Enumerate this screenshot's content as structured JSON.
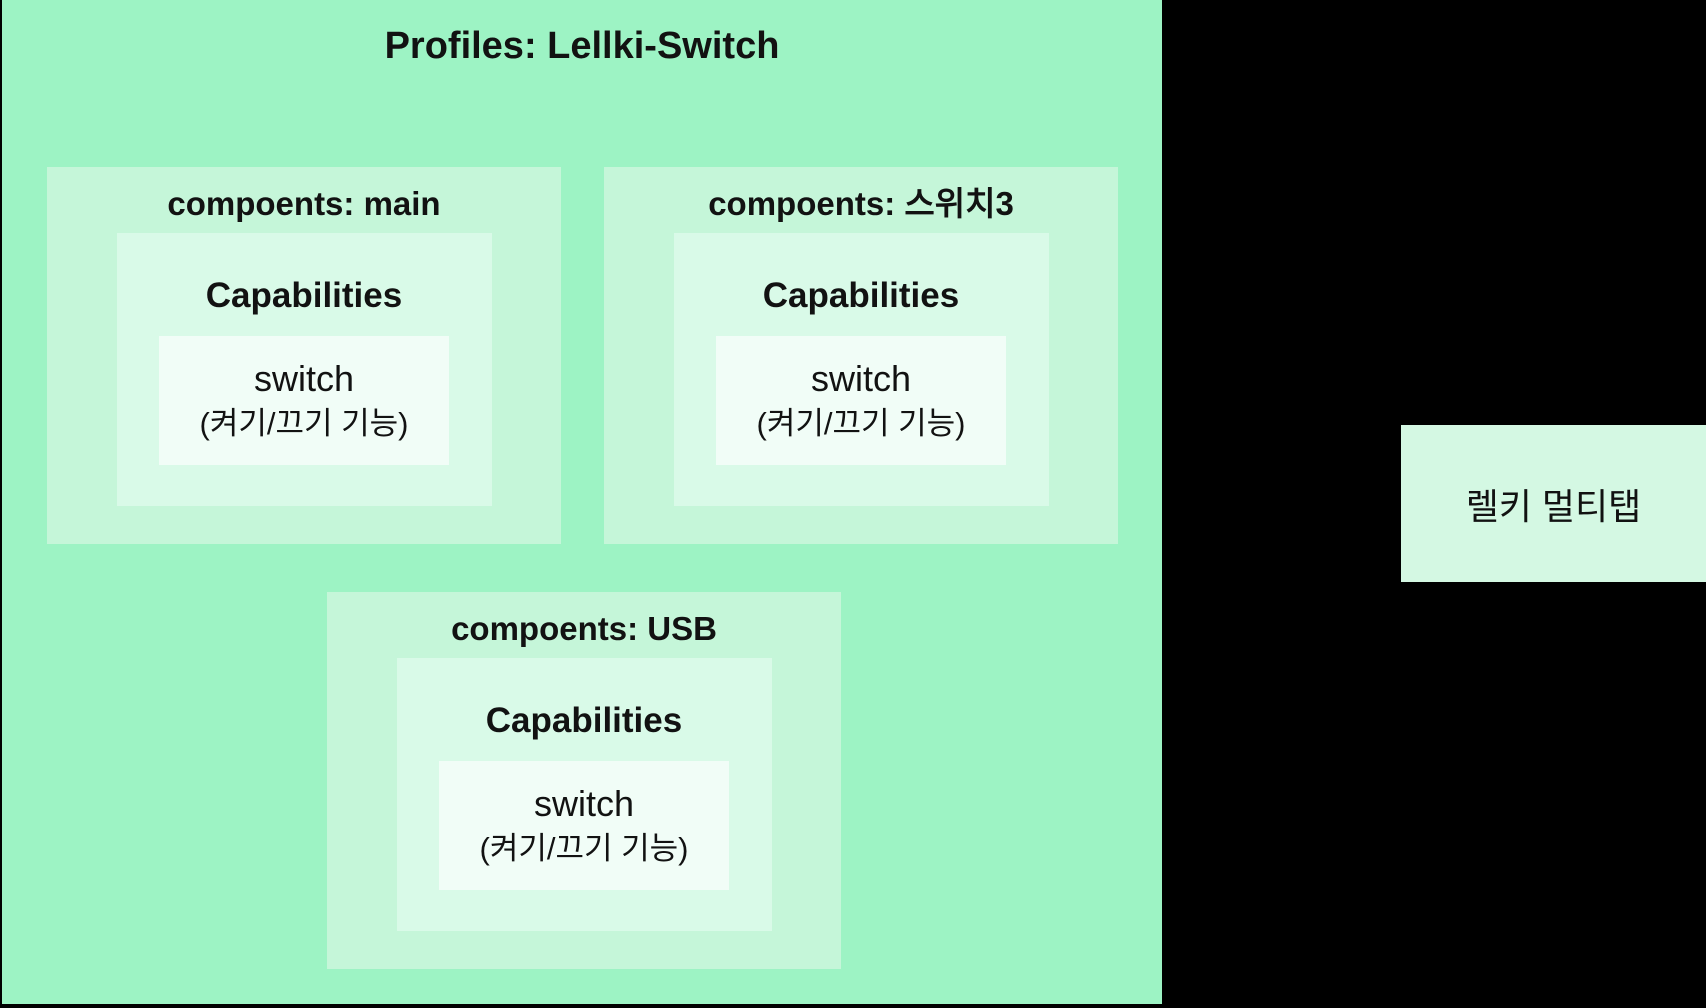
{
  "colors": {
    "page_bg": "#000000",
    "panel_bg": "#9df3c4",
    "component_bg": "#c5f6d9",
    "capabilities_bg": "#d9fae8",
    "capability_bg": "#f1fdf7",
    "device_bg": "#d4f8e3",
    "text": "#121212"
  },
  "profile": {
    "title": "Profiles: Lellki-Switch",
    "components": [
      {
        "title": "compoents: main",
        "capabilities_heading": "Capabilities",
        "capability_name": "switch",
        "capability_note": "(켜기/끄기 기능)"
      },
      {
        "title": "compoents: 스위치3",
        "capabilities_heading": "Capabilities",
        "capability_name": "switch",
        "capability_note": "(켜기/끄기 기능)"
      },
      {
        "title": "compoents: USB",
        "capabilities_heading": "Capabilities",
        "capability_name": "switch",
        "capability_note": "(켜기/끄기 기능)"
      }
    ]
  },
  "device": {
    "label": "렐키 멀티탭"
  }
}
